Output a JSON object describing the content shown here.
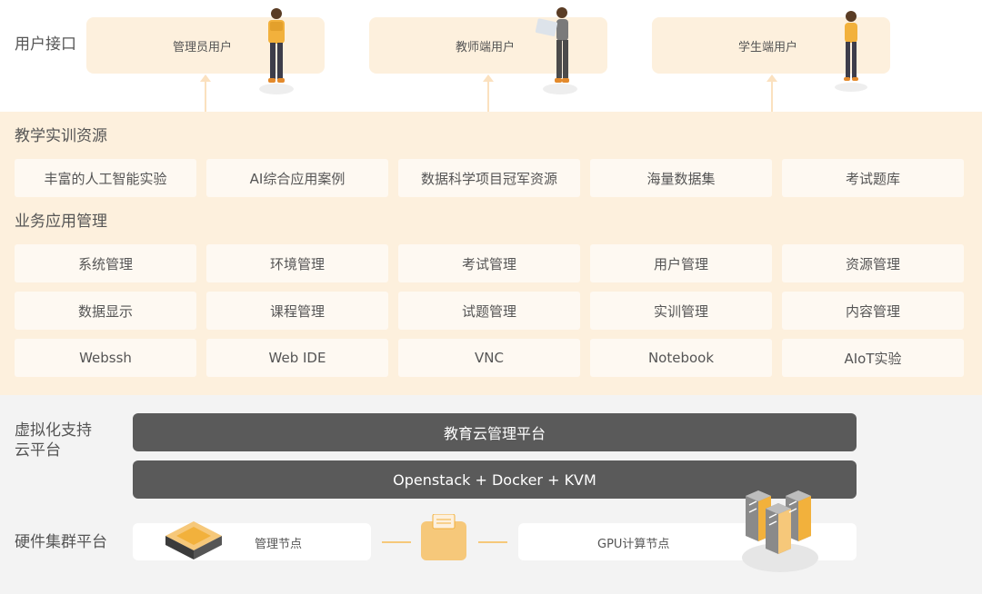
{
  "sections": {
    "user_interface": "用户接口",
    "teaching_resources": "教学实训资源",
    "business_management": "业务应用管理",
    "virtualization": "虚拟化支持\n云平台",
    "hardware": "硬件集群平台"
  },
  "users": [
    {
      "label": "管理员用户"
    },
    {
      "label": "教师端用户"
    },
    {
      "label": "学生端用户"
    }
  ],
  "resources": [
    "丰富的人工智能实验",
    "AI综合应用案例",
    "数据科学项目冠军资源",
    "海量数据集",
    "考试题库"
  ],
  "management": [
    [
      "系统管理",
      "环境管理",
      "考试管理",
      "用户管理",
      "资源管理"
    ],
    [
      "数据显示",
      "课程管理",
      "试题管理",
      "实训管理",
      "内容管理"
    ],
    [
      "Webssh",
      "Web IDE",
      "VNC",
      "Notebook",
      "AIoT实验"
    ]
  ],
  "platform_bars": [
    "教育云管理平台",
    "Openstack + Docker + KVM"
  ],
  "hardware_nodes": {
    "management_node": "管理节点",
    "gpu_node": "GPU计算节点"
  },
  "colors": {
    "accent": "#f6c87a",
    "band_mid": "#fdf0dd",
    "bar_dark": "#5a5a5a",
    "band_bottom": "#f3f3f3"
  },
  "icons": [
    "admin-person-icon",
    "teacher-person-icon",
    "student-person-icon",
    "chip-icon",
    "switch-icon",
    "server-rack-icon"
  ]
}
